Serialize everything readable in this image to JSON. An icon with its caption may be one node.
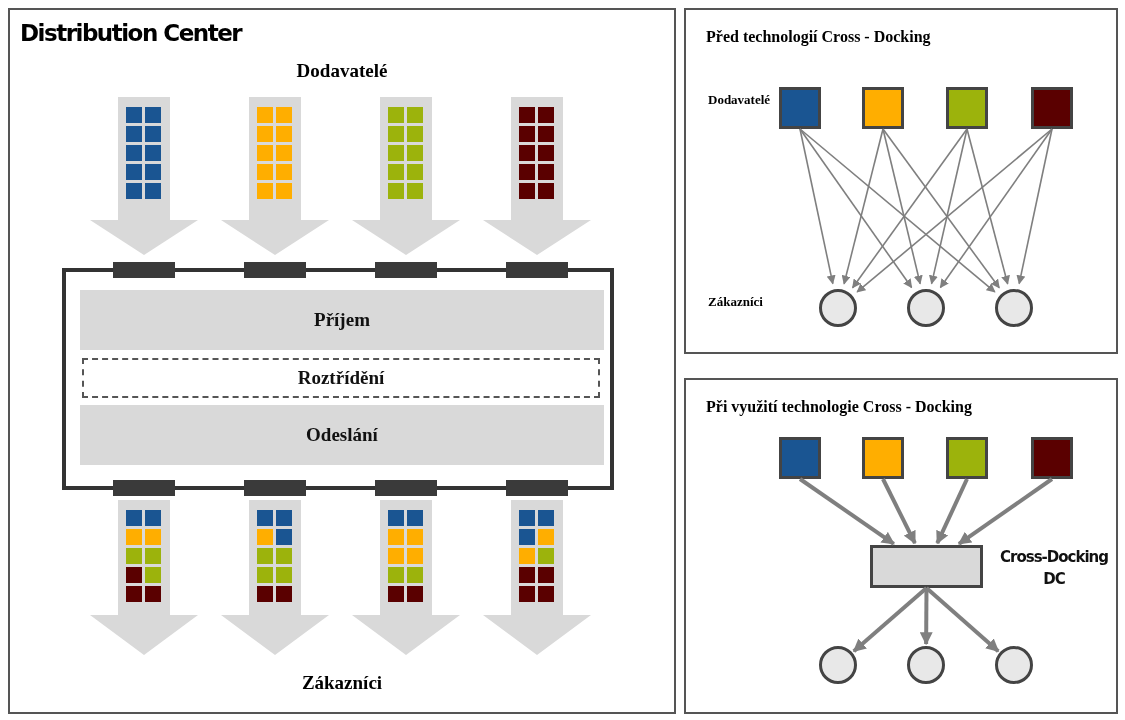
{
  "diagram": {
    "nodes": [
      {
        "text": [
          "Distribution Center",
          "Dodavatelé",
          "Zákazníci"
        ]
      },
      {
        "text": [],
        "shape": "box",
        "in": 0
      },
      {
        "text": [
          "Příjem"
        ],
        "in": 1
      },
      {
        "text": [
          "Roztřídění"
        ],
        "in": 1
      },
      {
        "text": [
          "Odeslání"
        ],
        "in": 1
      },
      {
        "text": [
          "Před technologií Cross - Docking",
          "Dodavatelé",
          "Zákazníci"
        ]
      },
      {
        "text": [],
        "shape": "box",
        "in": 5
      },
      {
        "text": [],
        "shape": "box",
        "in": 5
      },
      {
        "text": [],
        "shape": "box",
        "in": 5
      },
      {
        "text": [],
        "shape": "box",
        "in": 5
      },
      {
        "text": [],
        "shape": "circle",
        "in": 5
      },
      {
        "text": [],
        "shape": "circle",
        "in": 5
      },
      {
        "text": [],
        "shape": "circle",
        "in": 5
      },
      {
        "text": [
          "Při využití technologie Cross - Docking"
        ]
      },
      {
        "text": [],
        "shape": "box",
        "in": 13
      },
      {
        "text": [],
        "shape": "box",
        "in": 13
      },
      {
        "text": [],
        "shape": "box",
        "in": 13
      },
      {
        "text": [],
        "shape": "box",
        "in": 13
      },
      {
        "text": [],
        "shape": "box",
        "in": 13,
        "beside": [
          "Cross-Docking DC"
        ]
      },
      {
        "text": [],
        "shape": "circle",
        "in": 13
      },
      {
        "text": [],
        "shape": "circle",
        "in": 13
      },
      {
        "text": [],
        "shape": "circle",
        "in": 13
      }
    ],
    "edges": [
      {
        "from": 6,
        "to": 10,
        "arrow": "to"
      },
      {
        "from": 6,
        "to": 11,
        "arrow": "to"
      },
      {
        "from": 6,
        "to": 12,
        "arrow": "to"
      },
      {
        "from": 7,
        "to": 10,
        "arrow": "to"
      },
      {
        "from": 7,
        "to": 11,
        "arrow": "to"
      },
      {
        "from": 7,
        "to": 12,
        "arrow": "to"
      },
      {
        "from": 8,
        "to": 10,
        "arrow": "to"
      },
      {
        "from": 8,
        "to": 11,
        "arrow": "to"
      },
      {
        "from": 8,
        "to": 12,
        "arrow": "to"
      },
      {
        "from": 9,
        "to": 10,
        "arrow": "to"
      },
      {
        "from": 9,
        "to": 11,
        "arrow": "to"
      },
      {
        "from": 9,
        "to": 12,
        "arrow": "to"
      },
      {
        "from": 14,
        "to": 18,
        "arrow": "to",
        "style": "thick"
      },
      {
        "from": 15,
        "to": 18,
        "arrow": "to",
        "style": "thick"
      },
      {
        "from": 16,
        "to": 18,
        "arrow": "to",
        "style": "thick"
      },
      {
        "from": 17,
        "to": 18,
        "arrow": "to",
        "style": "thick"
      },
      {
        "from": 18,
        "to": 19,
        "arrow": "to",
        "style": "thick"
      },
      {
        "from": 18,
        "to": 20,
        "arrow": "to",
        "style": "thick"
      },
      {
        "from": 18,
        "to": 21,
        "arrow": "to",
        "style": "thick"
      }
    ]
  }
}
